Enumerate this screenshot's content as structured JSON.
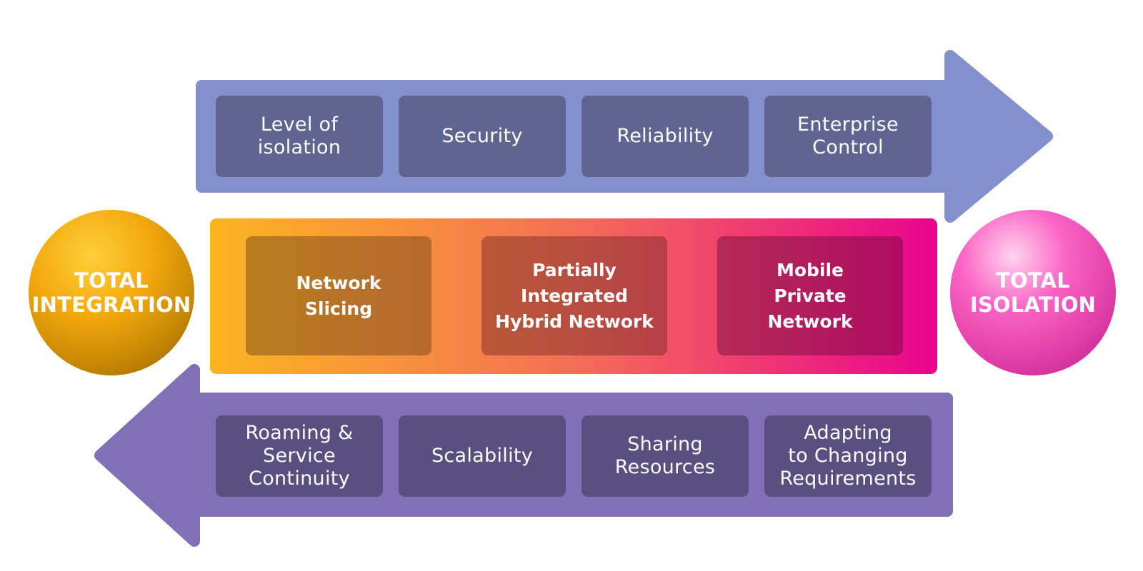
{
  "colors": {
    "top_arrow": "#8490cc",
    "top_box": "#5e668f",
    "bottom_arrow": "#8170b5",
    "bottom_box": "#5b4f7f",
    "gradient_start": "#fbb51f",
    "gradient_mid": "#f46e57",
    "gradient_end": "#ea038d"
  },
  "top_arrow": {
    "items": [
      "Level of\nisolation",
      "Security",
      "Reliability",
      "Enterprise\nControl"
    ]
  },
  "bottom_arrow": {
    "items": [
      "Roaming &\nService\nContinuity",
      "Scalability",
      "Sharing\nResources",
      "Adapting\nto Changing\nRequirements"
    ]
  },
  "middle": {
    "networks": [
      "Network\nSlicing",
      "Partially\nIntegrated\nHybrid Network",
      "Mobile\nPrivate\nNetwork"
    ]
  },
  "left_sphere": {
    "label": "TOTAL\nINTEGRATION"
  },
  "right_sphere": {
    "label": "TOTAL\nISOLATION"
  }
}
